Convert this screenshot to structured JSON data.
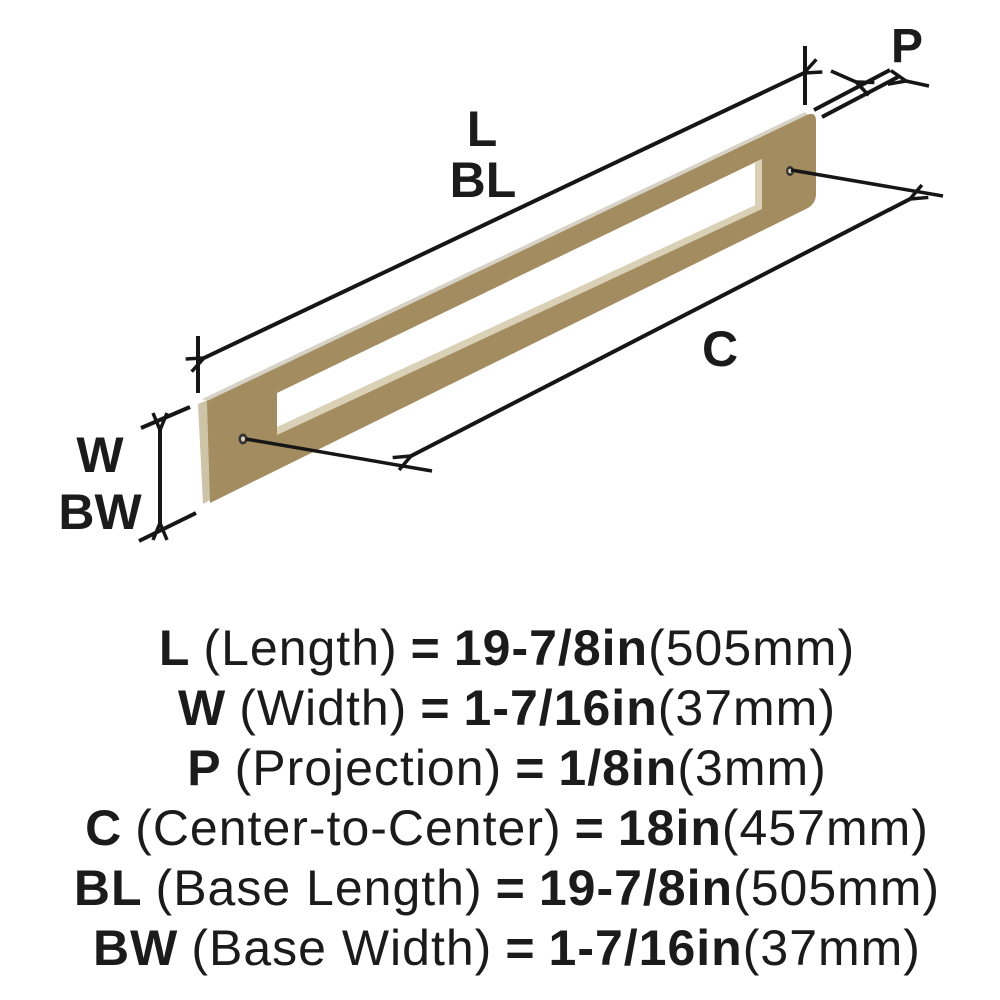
{
  "page": {
    "background": "#ffffff"
  },
  "diagram": {
    "labels": {
      "length": "L",
      "base_length": "BL",
      "projection": "P",
      "center_to_center": "C",
      "width": "W",
      "base_width": "BW"
    },
    "colors": {
      "line": "#161616",
      "text": "#1b1b1b",
      "handle_face": "#a38c5f",
      "handle_top_edge": "#d6d2c6",
      "handle_end_cap": "#cdc3a6",
      "slot_inner_edge": "#d9d0b6",
      "screw_hole": "#343434",
      "screw_hole_center": "#d9d0b6"
    }
  },
  "specs": [
    {
      "key": "L",
      "name": "(Length)",
      "equals": "=",
      "imperial": "19-7/8in",
      "metric": "(505mm)"
    },
    {
      "key": "W",
      "name": "(Width)",
      "equals": "=",
      "imperial": "1-7/16in",
      "metric": "(37mm)"
    },
    {
      "key": "P",
      "name": "(Projection)",
      "equals": "=",
      "imperial": "1/8in",
      "metric": "(3mm)"
    },
    {
      "key": "C",
      "name": "(Center-to-Center)",
      "equals": "=",
      "imperial": "18in",
      "metric": "(457mm)"
    },
    {
      "key": "BL",
      "name": "(Base Length)",
      "equals": "=",
      "imperial": "19-7/8in",
      "metric": "(505mm)"
    },
    {
      "key": "BW",
      "name": "(Base Width)",
      "equals": "=",
      "imperial": "1-7/16in",
      "metric": "(37mm)"
    }
  ]
}
